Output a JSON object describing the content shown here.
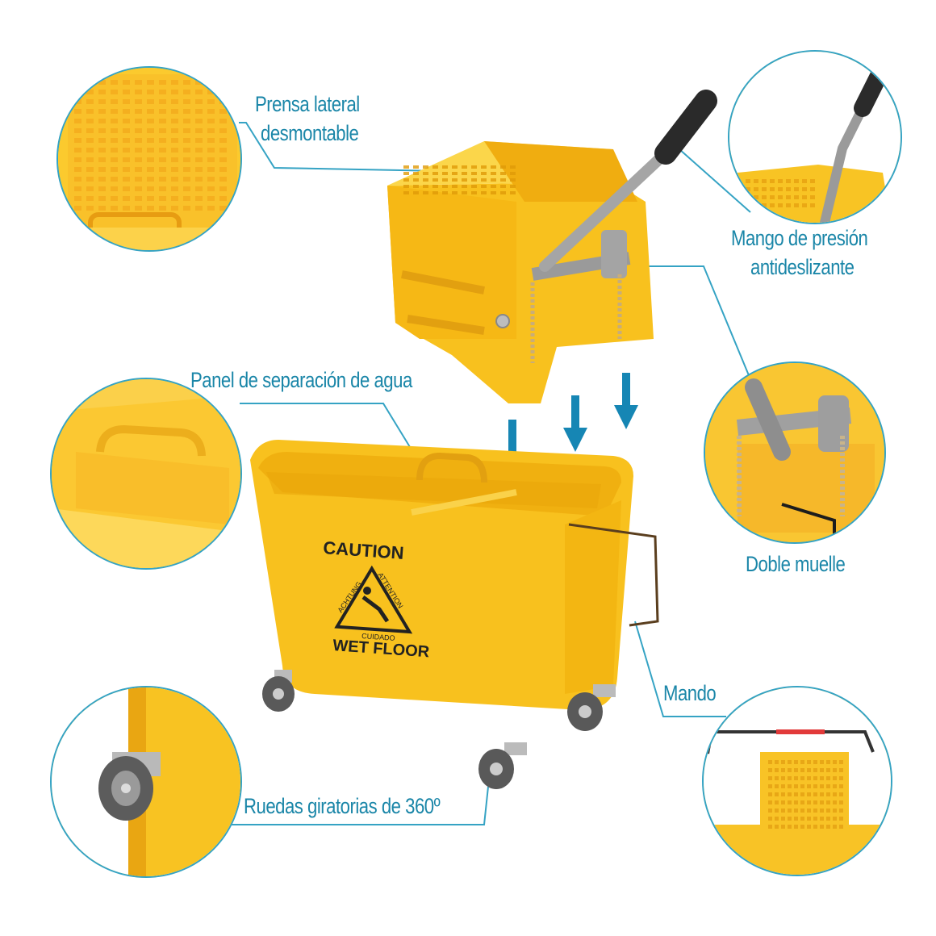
{
  "labels": {
    "wringer": [
      "Prensa lateral",
      "desmontable"
    ],
    "handle": [
      "Mango de presión",
      "antideslizante"
    ],
    "panel": "Panel de separación de agua",
    "spring": "Doble muelle",
    "mando": "Mando",
    "wheels": "Ruedas giratorias de 360º"
  },
  "sign": {
    "caution": "CAUTION",
    "wet_floor": "WET FLOOR",
    "achtung": "ACHTUNG",
    "attention": "ATTENTION",
    "cuidado": "CUIDADO"
  },
  "colors": {
    "callout_line": "#35a3c4",
    "label_text": "#1a86a8",
    "bucket_yellow": "#f7c415",
    "arrow_blue": "#1686b4"
  }
}
